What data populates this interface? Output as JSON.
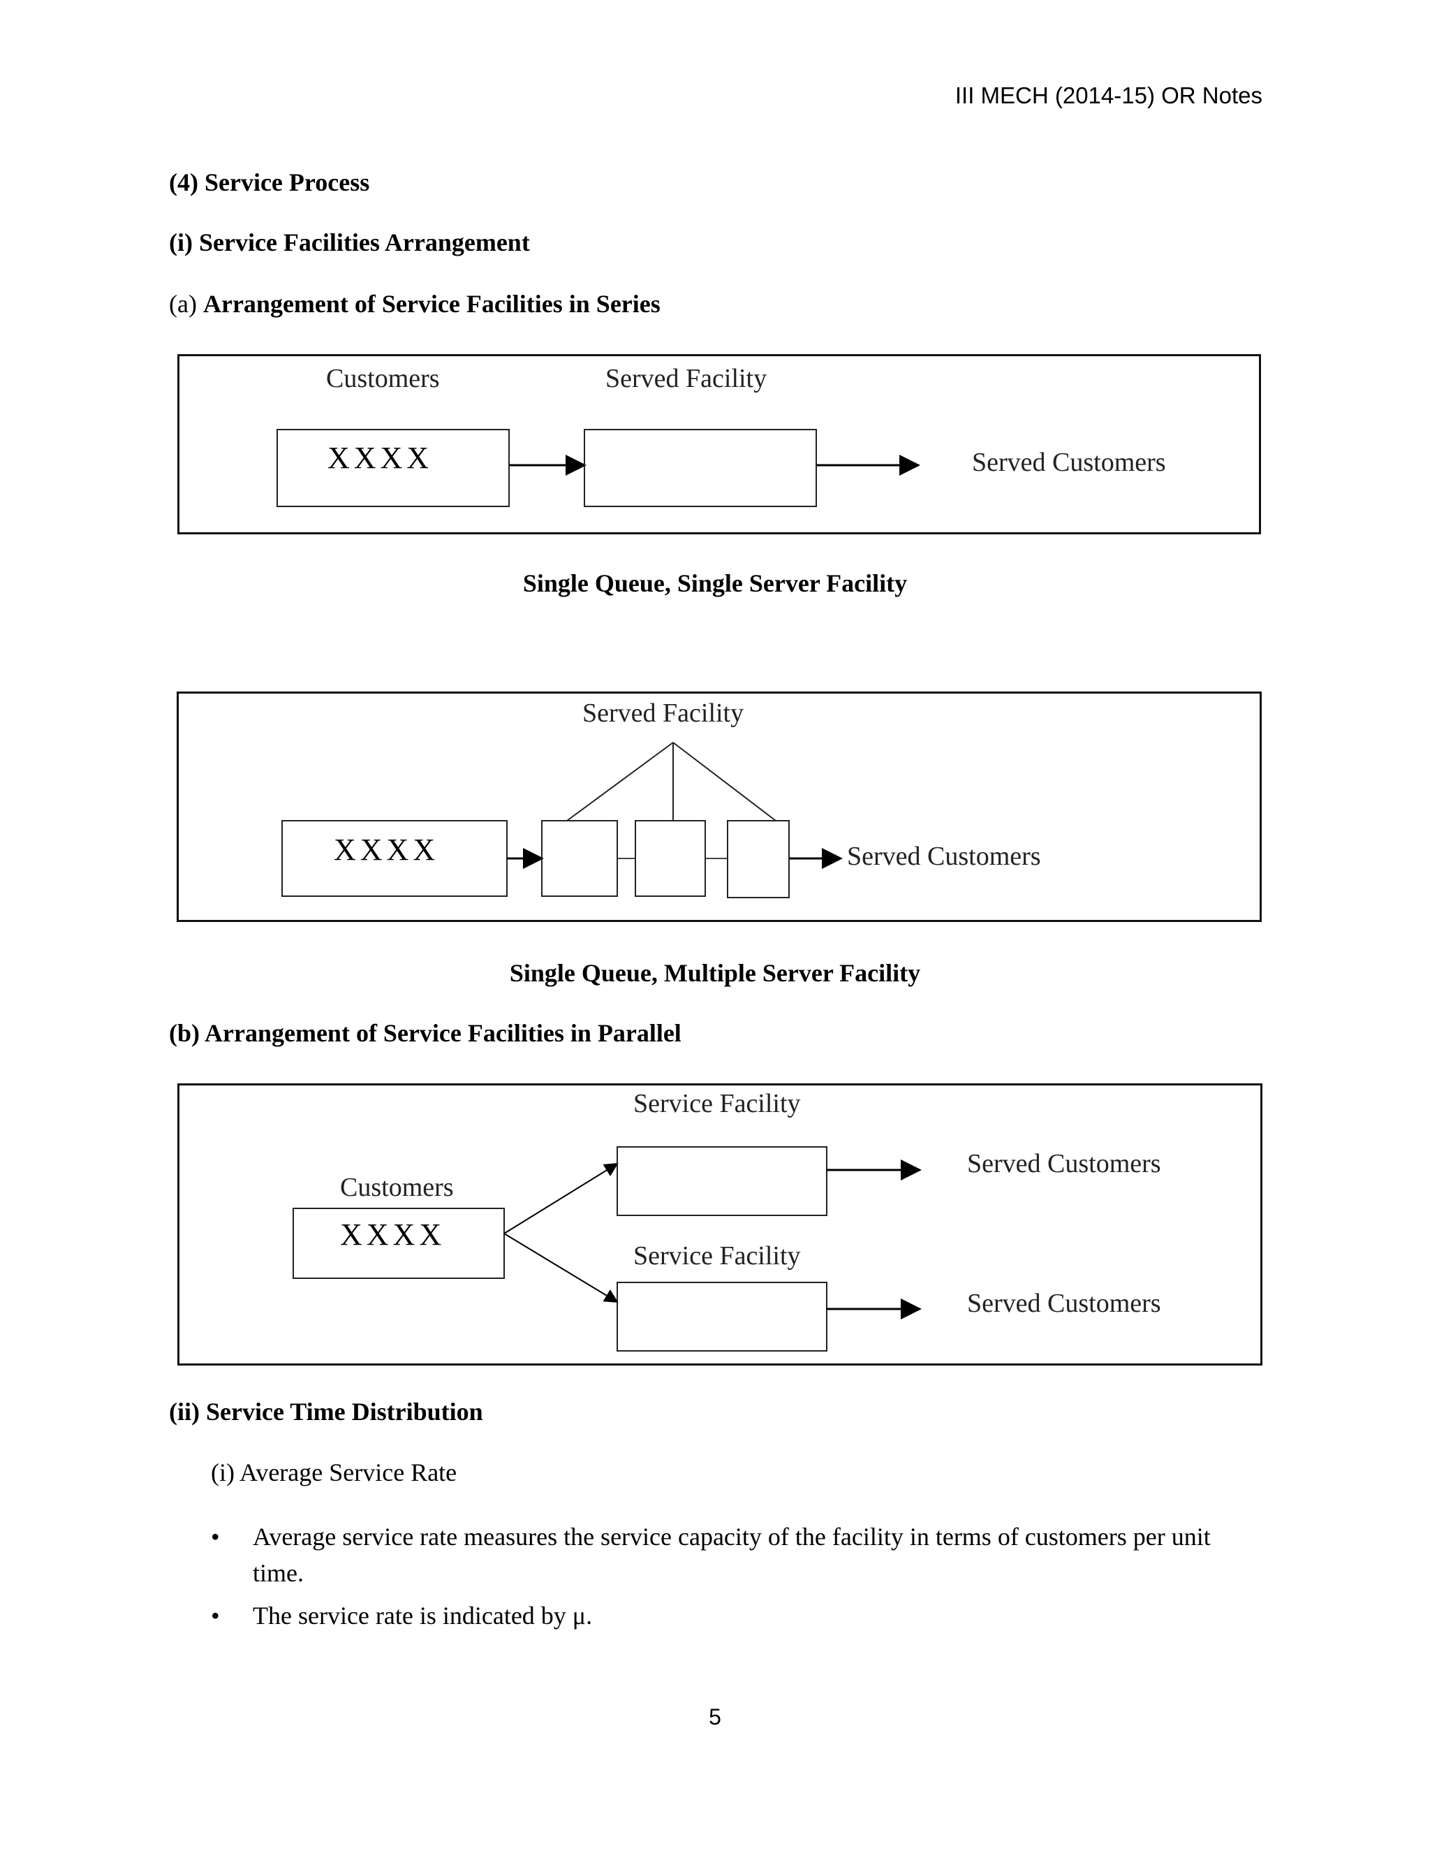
{
  "header": {
    "text": "III MECH (2014-15)  OR Notes"
  },
  "section": {
    "title": "(4) Service Process",
    "subsection_i": "(i) Service Facilities  Arrangement",
    "series_prefix": "(a) ",
    "series_title": "Arrangement  of Service Facilities  in Series",
    "parallel_title": "(b)  Arrangement  of Service Facilities  in Parallel",
    "subsection_ii": "(ii)  Service Time  Distribution"
  },
  "diagram1": {
    "customers_label": "Customers",
    "queue": "XXXX",
    "facility_label": "Served Facility",
    "output_label": "Served Customers",
    "caption": "Single  Queue, Single  Server Facility"
  },
  "diagram2": {
    "facility_label": "Served Facility",
    "queue": "XXXX",
    "output_label": "Served Customers",
    "caption": "Single  Queue, Multiple  Server Facility"
  },
  "diagram3": {
    "facility_top_label": "Service Facility",
    "facility_bottom_label": "Service Facility",
    "customers_label": "Customers",
    "queue": "XXXX",
    "output_top_label": "Served Customers",
    "output_bottom_label": "Served Customers"
  },
  "service_time": {
    "item_heading": "(i)  Average  Service  Rate",
    "bullets": [
      "Average  service  rate measures  the  service  capacity  of the facility  in terms  of customers per unit  time.",
      "The  service  rate  is  indicated   by μ."
    ],
    "bullet_symbol": "•"
  },
  "footer": {
    "page_number": "5"
  }
}
